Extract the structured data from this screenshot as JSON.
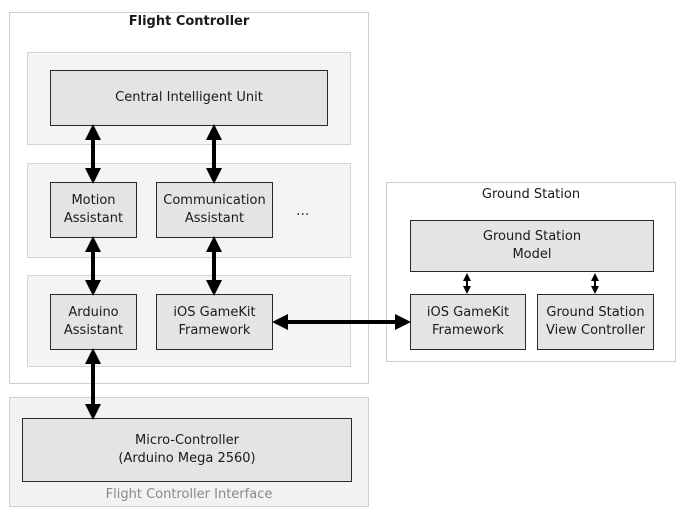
{
  "flight_controller": {
    "title": "Flight Controller",
    "central_unit": "Central Intelligent Unit",
    "motion_assistant": "Motion\nAssistant",
    "communication_assistant": "Communication\nAssistant",
    "ellipsis": "...",
    "arduino_assistant": "Arduino\nAssistant",
    "gamekit": "iOS GameKit\nFramework"
  },
  "interface": {
    "title": "Flight Controller Interface",
    "micro_controller": "Micro-Controller\n(Arduino Mega 2560)"
  },
  "ground_station": {
    "title": "Ground Station",
    "model": "Ground Station\nModel",
    "gamekit": "iOS GameKit\nFramework",
    "view_controller": "Ground Station\nView Controller"
  }
}
